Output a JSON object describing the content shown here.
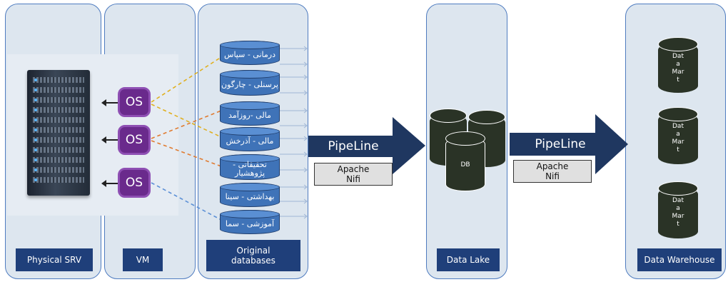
{
  "panels": {
    "physical": {
      "label": "Physical SRV"
    },
    "vm": {
      "label": "VM"
    },
    "original": {
      "label": "Original databases"
    },
    "lake": {
      "label": "Data Lake"
    },
    "warehouse": {
      "label": "Data Warehouse"
    }
  },
  "os_label": "OS",
  "databases": [
    "درمانی - سپاس",
    "پرسنلی - چارگون",
    "مالی -روزآمد",
    "مالی - آذرخش",
    "تحقیقاتی - پژوهشیار",
    "بهداشتی - سینا",
    "آموزشی - سما"
  ],
  "pipelines": [
    {
      "label": "PipeLine",
      "tool_line1": "Apache",
      "tool_line2": "Nifi"
    },
    {
      "label": "PipeLine",
      "tool_line1": "Apache",
      "tool_line2": "Nifi"
    }
  ],
  "lake_db_label": "DB",
  "data_mart_lines": [
    "Dat",
    "a",
    "Mar",
    "t"
  ],
  "colors": {
    "panel_bg": "#dde6ef",
    "panel_border": "#4f7cc0",
    "label_bg": "#1f3f7a",
    "os_purple": "#6a2a8c",
    "db_blue": "#3f73b8",
    "arrow_navy": "#1f3760",
    "lake_green": "#2a3326",
    "link_orange": "#e07b30",
    "link_gold": "#e0b020",
    "link_blue": "#5b8fd6"
  }
}
